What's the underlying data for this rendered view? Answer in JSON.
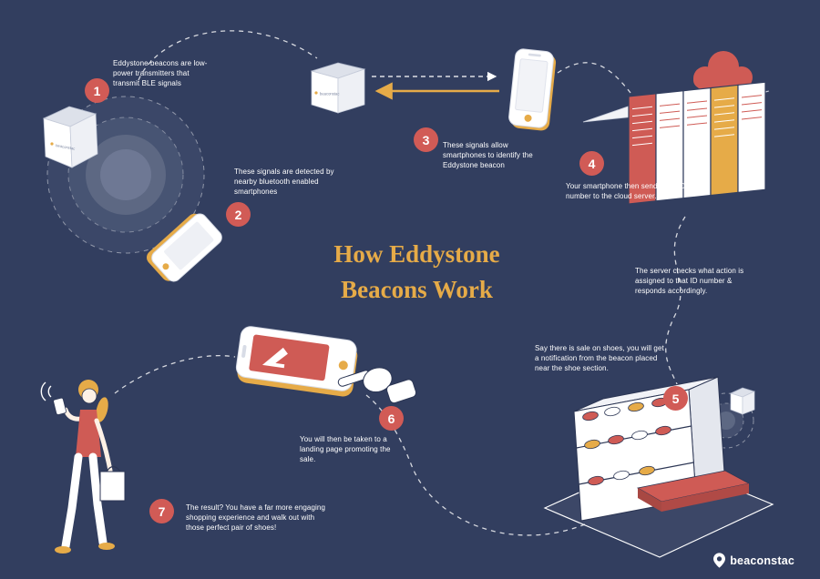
{
  "background": "#323e5f",
  "accent": {
    "coral": "#d15b56",
    "gold": "#e6ab48",
    "white": "#ffffff"
  },
  "title": {
    "line1": "How Eddystone",
    "line2": "Beacons Work"
  },
  "steps": [
    {
      "number": "1",
      "text": "Eddystone beacons are low-power transmitters that transmit BLE signals"
    },
    {
      "number": "2",
      "text": "These signals are detected by nearby bluetooth enabled smartphones"
    },
    {
      "number": "3",
      "text": "These signals allow smartphones to identify the Eddystone beacon"
    },
    {
      "number": "4",
      "text": "Your smartphone then sends that ID number to the cloud server."
    },
    {
      "number": "5",
      "text": "Say there is sale on shoes, you will get a notification from the beacon placed near the shoe section."
    },
    {
      "number": "6",
      "text": "You will then be taken to a landing page promoting the sale."
    },
    {
      "number": "7",
      "text": "The result? You have a far more engaging shopping experience and walk out with those perfect pair of shoes!"
    }
  ],
  "notes": {
    "server": "The server checks what action is assigned to that ID number & responds accordingly."
  },
  "beacon_label": "beaconstac",
  "logo": {
    "text": "beaconstac"
  }
}
